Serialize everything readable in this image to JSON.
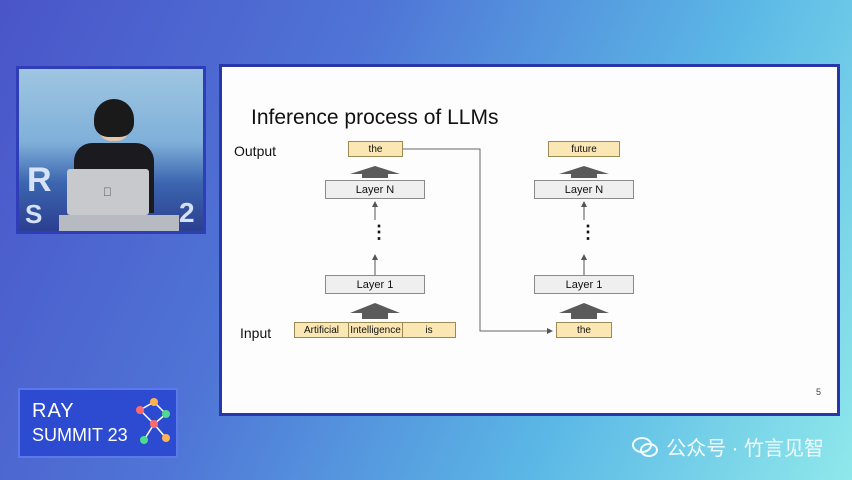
{
  "slide": {
    "title": "Inference process of LLMs",
    "output_label": "Output",
    "input_label": "Input",
    "left_column": {
      "output_token": "the",
      "layer_top": "Layer N",
      "layer_bottom": "Layer 1",
      "input_tokens": [
        "Artificial",
        "Intelligence",
        "is"
      ]
    },
    "right_column": {
      "output_token": "future",
      "layer_top": "Layer N",
      "layer_bottom": "Layer 1",
      "input_token": "the"
    },
    "page_number": "5",
    "dots": "⋮"
  },
  "video": {
    "bg_text_1": "R",
    "bg_text_2": "S",
    "bg_text_3": "2"
  },
  "logo": {
    "line1": "RAY",
    "line2": "SUMMIT 23"
  },
  "watermark": {
    "text": "公众号 · 竹言见智"
  },
  "colors": {
    "slide_border": "#2837a8",
    "token_fill": "#fbe7b3",
    "layer_fill": "#efefef",
    "logo_bg": "#2c4bd0"
  }
}
